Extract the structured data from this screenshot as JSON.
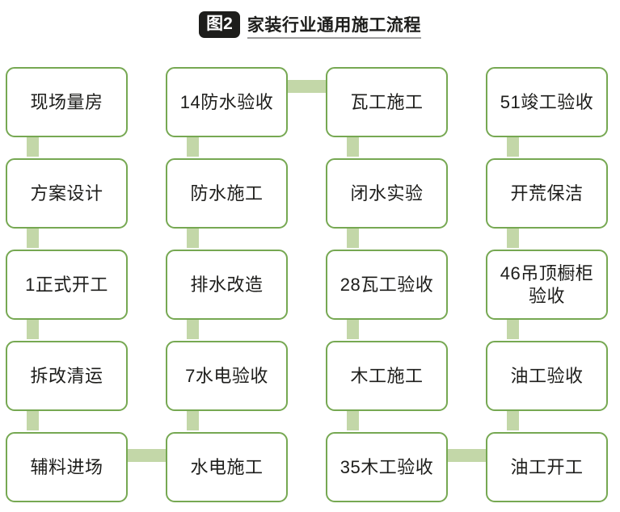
{
  "title": {
    "badge": "图2",
    "text": "家装行业通用施工流程"
  },
  "colors": {
    "node_border": "#76a852",
    "node_fill": "#ffffff",
    "connector": "#c3d7a8",
    "text": "#1d1d1b",
    "badge_bg": "#1d1d1b",
    "title_underline": "#9b9b9b"
  },
  "flow": {
    "type": "process-flowchart",
    "direction": "top-to-bottom-then-right",
    "columns": [
      {
        "index": 1,
        "nodes": [
          {
            "label": "现场量房"
          },
          {
            "label": "方案设计"
          },
          {
            "label": "1正式开工"
          },
          {
            "label": "拆改清运"
          },
          {
            "label": "辅料进场"
          }
        ]
      },
      {
        "index": 2,
        "nodes": [
          {
            "label": "14防水验收"
          },
          {
            "label": "防水施工"
          },
          {
            "label": "排水改造"
          },
          {
            "label": "7水电验收"
          },
          {
            "label": "水电施工"
          }
        ]
      },
      {
        "index": 3,
        "nodes": [
          {
            "label": "瓦工施工"
          },
          {
            "label": "闭水实验"
          },
          {
            "label": "28瓦工验收"
          },
          {
            "label": "木工施工"
          },
          {
            "label": "35木工验收"
          }
        ]
      },
      {
        "index": 4,
        "nodes": [
          {
            "label": "51竣工验收"
          },
          {
            "label": "开荒保洁"
          },
          {
            "label": "46吊顶橱柜验收"
          },
          {
            "label": "油工验收"
          },
          {
            "label": "油工开工"
          }
        ]
      }
    ],
    "cross_links": [
      {
        "from": "辅料进场",
        "to": "水电施工"
      },
      {
        "from": "14防水验收",
        "to": "瓦工施工"
      },
      {
        "from": "35木工验收",
        "to": "油工开工"
      }
    ]
  }
}
